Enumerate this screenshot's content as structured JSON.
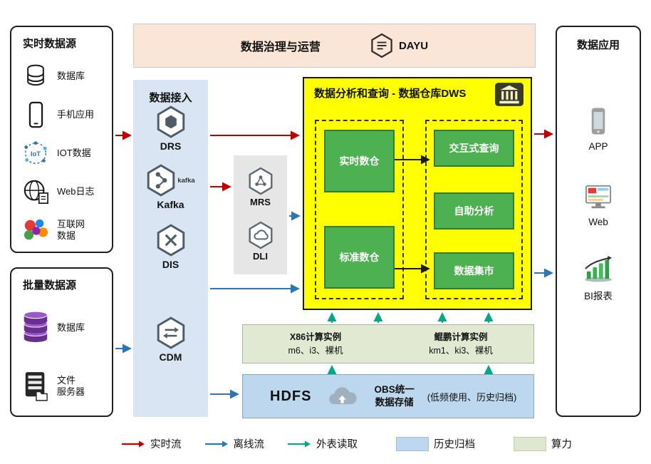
{
  "banner": {
    "title": "数据治理与运营",
    "product": "DAYU"
  },
  "realtime_sources": {
    "title": "实时数据源",
    "items": [
      {
        "label": "数据库"
      },
      {
        "label": "手机应用"
      },
      {
        "label": "IOT数据"
      },
      {
        "label": "Web日志"
      },
      {
        "label": "互联网\n数据"
      }
    ]
  },
  "batch_sources": {
    "title": "批量数据源",
    "items": [
      {
        "label": "数据库"
      },
      {
        "label": "文件\n服务器"
      }
    ]
  },
  "ingestion": {
    "title": "数据接入",
    "items": [
      {
        "label": "DRS"
      },
      {
        "label": "Kafka",
        "logo_text": "kafka"
      },
      {
        "label": "DIS"
      },
      {
        "label": "CDM"
      }
    ]
  },
  "processing": {
    "items": [
      {
        "label": "MRS"
      },
      {
        "label": "DLI"
      }
    ]
  },
  "dws": {
    "title": "数据分析和查询 - 数据仓库DWS",
    "warehouses": [
      {
        "label": "实时数仓"
      },
      {
        "label": "标准数仓"
      }
    ],
    "services": [
      {
        "label": "交互式查询"
      },
      {
        "label": "自助分析"
      },
      {
        "label": "数据集市"
      }
    ]
  },
  "compute": {
    "x86": {
      "name": "X86计算实例",
      "specs": "m6、i3、裸机"
    },
    "kunpeng": {
      "name": "鲲鹏计算实例",
      "specs": "km1、ki3、裸机"
    }
  },
  "storage": {
    "hdfs": "HDFS",
    "obs": "OBS统一\n数据存储",
    "note": "(低频使用、历史归档)"
  },
  "applications": {
    "title": "数据应用",
    "items": [
      {
        "label": "APP"
      },
      {
        "label": "Web"
      },
      {
        "label": "BI报表"
      }
    ]
  },
  "legend": {
    "realtime": "实时流",
    "offline": "离线流",
    "external": "外表读取",
    "archive": "历史归档",
    "compute": "算力"
  },
  "colors": {
    "realtime_flow": "#c00000",
    "offline_flow": "#2e75b6",
    "external_read": "#00a886",
    "dws_fill": "#ffff00",
    "warehouse_green": "#4db051",
    "ingestion_fill": "#d9e5f3",
    "processing_fill": "#e7e6e6",
    "compute_fill": "#e2e9d3",
    "storage_fill": "#bdd7ee",
    "banner_fill": "#fbe5d6"
  }
}
